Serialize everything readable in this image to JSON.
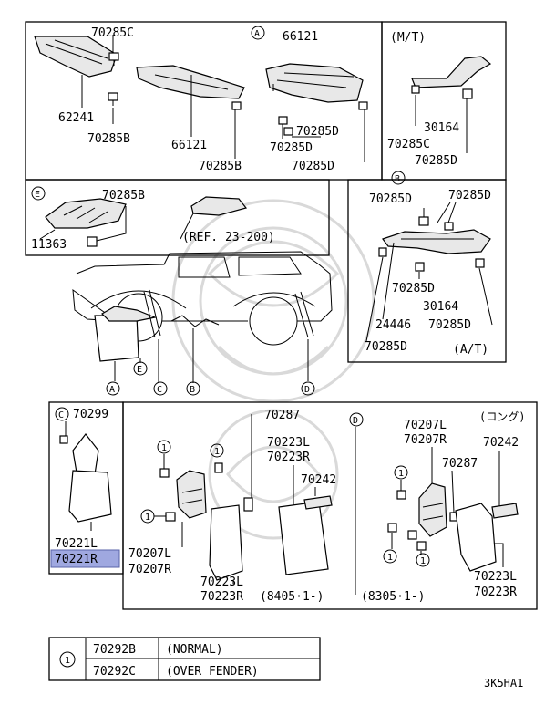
{
  "labels": {
    "sec_a": "A",
    "sec_b": "B",
    "sec_c": "C",
    "sec_d": "D",
    "sec_e": "E",
    "mt": "(M/T)",
    "at": "(A/T)",
    "long": "(ロング)",
    "ref": "(REF. 23-200)",
    "p70285C_a": "70285C",
    "p66121_a": "66121",
    "p62241": "62241",
    "p70285B_a": "70285B",
    "p66121_b": "66121",
    "p70285D_a": "70285D",
    "p70285D_b": "70285D",
    "p70285B_b": "70285B",
    "p70285D_c": "70285D",
    "p30164_a": "30164",
    "p70285C_b": "70285C",
    "p70285D_d": "70285D",
    "p70285B_e": "70285B",
    "p11363": "11363",
    "p70285D_b1": "70285D",
    "p70285D_b2": "70285D",
    "p70285D_b3": "70285D",
    "p30164_b": "30164",
    "p24446": "24446",
    "p70285D_b4": "70285D",
    "p70285D_b5": "70285D",
    "p70299": "70299",
    "p70221L": "70221L",
    "p70221R": "70221R",
    "p70287_a": "70287",
    "p70223L_a": "70223L",
    "p70223R_a": "70223R",
    "p70242_a": "70242",
    "p70207L_a": "70207L",
    "p70207R_a": "70207R",
    "p70223L_b": "70223L",
    "p70223R_b": "70223R",
    "date_a": "(8405·1-)",
    "date_b": "(8305·1-)",
    "p70207L_b": "70207L",
    "p70207R_b": "70207R",
    "p70242_b": "70242",
    "p70287_b": "70287",
    "p70223L_c": "70223L",
    "p70223R_c": "70223R",
    "one": "1",
    "diagram_code": "3K5HA1"
  },
  "legend": {
    "key": "1",
    "rows": [
      {
        "part": "70292B",
        "desc": "(NORMAL)"
      },
      {
        "part": "70292C",
        "desc": "(OVER FENDER)"
      }
    ]
  },
  "colors": {
    "ink": "#000000",
    "highlight": "#9fa8e0",
    "watermark": "#d9d9d9"
  }
}
